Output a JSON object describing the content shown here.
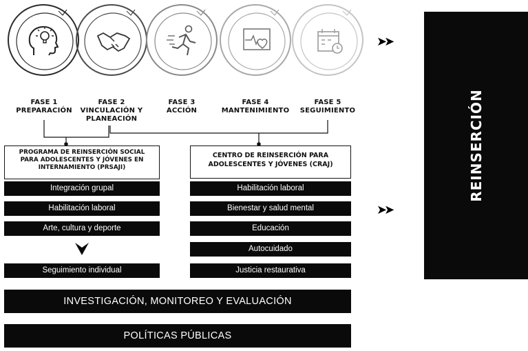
{
  "phases": [
    {
      "label": "FASE 1\nPREPARACIÓN",
      "icon": "head-lightbulb-icon"
    },
    {
      "label": "FASE 2\nVINCULACIÓN Y\nPLANEACIÓN",
      "icon": "handshake-icon"
    },
    {
      "label": "FASE 3\nACCIÓN",
      "icon": "running-person-icon"
    },
    {
      "label": "FASE 4\nMANTENIMIENTO",
      "icon": "heart-monitor-icon"
    },
    {
      "label": "FASE 5\nSEGUIMIENTO",
      "icon": "calendar-clock-icon"
    }
  ],
  "program_left": {
    "title": "PROGRAMA DE REINSERCIÓN SOCIAL\nPARA ADOLESCENTES Y JÓVENES EN\nINTERNAMIENTO (PRSAJI)",
    "items": [
      "Integración grupal",
      "Habilitación laboral",
      "Arte, cultura y deporte"
    ],
    "followup": "Seguimiento individual"
  },
  "program_right": {
    "title": "CENTRO DE REINSERCIÓN PARA\nADOLESCENTES Y JÓVENES (CRAJ)",
    "items": [
      "Habilitación laboral",
      "Bienestar y salud mental",
      "Educación",
      "Autocuidado",
      "Justicia restaurativa"
    ]
  },
  "bottom_bars": [
    "INVESTIGACIÓN, MONITOREO Y EVALUACIÓN",
    "POLÍTICAS PÚBLICAS"
  ],
  "reinsercion": "REINSERCIÓN",
  "arrow_glyph": "➤➤",
  "colors": {
    "dark": "#0a0a0a",
    "circle_shades": [
      "#2a2a2a",
      "#4a4a4a",
      "#8a8a8a",
      "#a8a8a8",
      "#c4c4c4"
    ]
  }
}
